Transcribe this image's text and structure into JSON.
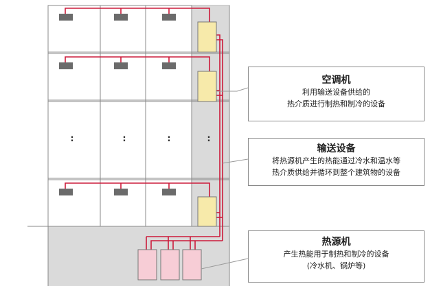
{
  "callouts": {
    "air_conditioner": {
      "title": "空调机",
      "lines": [
        "利用输送设备供给的",
        "热介质进行制热和制冷的设备"
      ]
    },
    "transport": {
      "title": "输送设备",
      "lines": [
        "将热源机产生的热能通过冷水和温水等",
        "热介质供给并循环到整个建筑物的设备"
      ]
    },
    "heat_source": {
      "title": "热源机",
      "lines": [
        "产生热能用于制热和制冷的设备",
        "(冷水机、锅炉等)"
      ]
    }
  },
  "ellipsis": ":",
  "colors": {
    "pipe": "#cc1a3a",
    "ac_unit_fill": "#f7eaaa",
    "heat_source_fill": "#f7cdd6",
    "shaft_gray": "#dadada",
    "fan_coil": "#6b6b6b",
    "leader_line": "#999999"
  }
}
